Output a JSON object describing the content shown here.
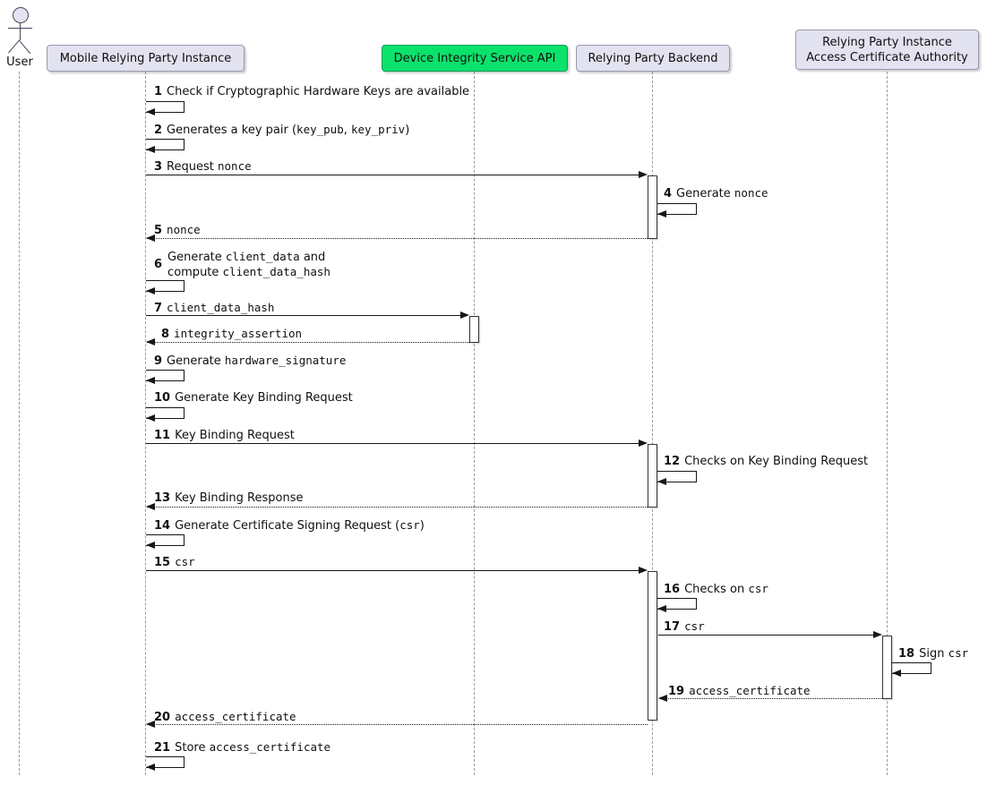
{
  "diagram": {
    "type": "uml-sequence",
    "background": "#ffffff",
    "colors": {
      "participant_fill": "#E2E2F0",
      "participant_border": "#9a9ab0",
      "highlight_fill": "#0BE26B",
      "line": "#161616",
      "lifeline": "#9a9a9a"
    }
  },
  "participants": [
    {
      "id": "user",
      "type": "actor",
      "label": "User"
    },
    {
      "id": "mobile",
      "type": "participant",
      "label": "Mobile Relying Party Instance",
      "fill": "#E2E2F0"
    },
    {
      "id": "device",
      "type": "participant",
      "label": "Device Integrity Service API",
      "fill": "#0BE26B"
    },
    {
      "id": "backend",
      "type": "participant",
      "label": "Relying Party Backend",
      "fill": "#E2E2F0"
    },
    {
      "id": "ca",
      "type": "participant",
      "label": "Relying Party Instance",
      "label2": "Access Certificate Authority",
      "fill": "#E2E2F0"
    }
  ],
  "messages": [
    {
      "num": "1",
      "from": "mobile",
      "to": "mobile",
      "kind": "self",
      "parts": [
        {
          "t": "Check if Cryptographic Hardware Keys are available"
        }
      ]
    },
    {
      "num": "2",
      "from": "mobile",
      "to": "mobile",
      "kind": "self",
      "parts": [
        {
          "t": "Generates a key pair ("
        },
        {
          "t": "key_pub",
          "mono": true
        },
        {
          "t": ", "
        },
        {
          "t": "key_priv",
          "mono": true
        },
        {
          "t": ")"
        }
      ]
    },
    {
      "num": "3",
      "from": "mobile",
      "to": "backend",
      "kind": "solid",
      "parts": [
        {
          "t": "Request "
        },
        {
          "t": "nonce",
          "mono": true
        }
      ]
    },
    {
      "num": "4",
      "from": "backend",
      "to": "backend",
      "kind": "self",
      "parts": [
        {
          "t": "Generate "
        },
        {
          "t": "nonce",
          "mono": true
        }
      ]
    },
    {
      "num": "5",
      "from": "backend",
      "to": "mobile",
      "kind": "return",
      "parts": [
        {
          "t": "nonce",
          "mono": true
        }
      ]
    },
    {
      "num": "6",
      "from": "mobile",
      "to": "mobile",
      "kind": "self",
      "lines": [
        [
          {
            "t": "Generate "
          },
          {
            "t": "client_data",
            "mono": true
          },
          {
            "t": " and"
          }
        ],
        [
          {
            "t": "compute "
          },
          {
            "t": "client_data_hash",
            "mono": true
          }
        ]
      ]
    },
    {
      "num": "7",
      "from": "mobile",
      "to": "device",
      "kind": "solid",
      "parts": [
        {
          "t": "client_data_hash",
          "mono": true
        }
      ]
    },
    {
      "num": "8",
      "from": "device",
      "to": "mobile",
      "kind": "return",
      "parts": [
        {
          "t": "integrity_assertion",
          "mono": true
        }
      ]
    },
    {
      "num": "9",
      "from": "mobile",
      "to": "mobile",
      "kind": "self",
      "parts": [
        {
          "t": "Generate "
        },
        {
          "t": "hardware_signature",
          "mono": true
        }
      ]
    },
    {
      "num": "10",
      "from": "mobile",
      "to": "mobile",
      "kind": "self",
      "parts": [
        {
          "t": "Generate Key Binding Request"
        }
      ]
    },
    {
      "num": "11",
      "from": "mobile",
      "to": "backend",
      "kind": "solid",
      "parts": [
        {
          "t": "Key Binding Request"
        }
      ]
    },
    {
      "num": "12",
      "from": "backend",
      "to": "backend",
      "kind": "self",
      "parts": [
        {
          "t": "Checks on Key Binding Request"
        }
      ]
    },
    {
      "num": "13",
      "from": "backend",
      "to": "mobile",
      "kind": "return",
      "parts": [
        {
          "t": "Key Binding Response"
        }
      ]
    },
    {
      "num": "14",
      "from": "mobile",
      "to": "mobile",
      "kind": "self",
      "parts": [
        {
          "t": "Generate Certificate Signing Request ("
        },
        {
          "t": "csr",
          "mono": true
        },
        {
          "t": ")"
        }
      ]
    },
    {
      "num": "15",
      "from": "mobile",
      "to": "backend",
      "kind": "solid",
      "parts": [
        {
          "t": "csr",
          "mono": true
        }
      ]
    },
    {
      "num": "16",
      "from": "backend",
      "to": "backend",
      "kind": "self",
      "parts": [
        {
          "t": "Checks on "
        },
        {
          "t": "csr",
          "mono": true
        }
      ]
    },
    {
      "num": "17",
      "from": "backend",
      "to": "ca",
      "kind": "solid",
      "parts": [
        {
          "t": "csr",
          "mono": true
        }
      ]
    },
    {
      "num": "18",
      "from": "ca",
      "to": "ca",
      "kind": "self",
      "parts": [
        {
          "t": "Sign "
        },
        {
          "t": "csr",
          "mono": true
        }
      ]
    },
    {
      "num": "19",
      "from": "ca",
      "to": "backend",
      "kind": "return",
      "parts": [
        {
          "t": "access_certificate",
          "mono": true
        }
      ]
    },
    {
      "num": "20",
      "from": "backend",
      "to": "mobile",
      "kind": "return",
      "parts": [
        {
          "t": "access_certificate",
          "mono": true
        }
      ]
    },
    {
      "num": "21",
      "from": "mobile",
      "to": "mobile",
      "kind": "self",
      "parts": [
        {
          "t": "Store "
        },
        {
          "t": "access_certificate",
          "mono": true
        }
      ]
    }
  ]
}
